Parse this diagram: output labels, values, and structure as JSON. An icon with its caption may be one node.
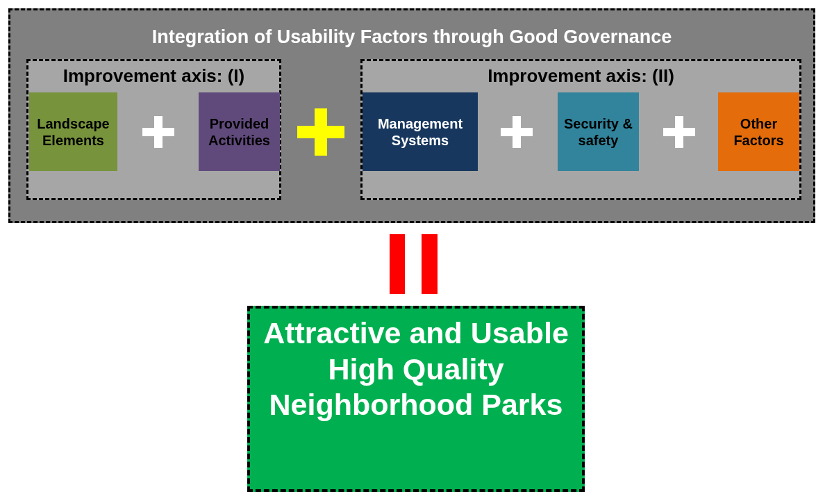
{
  "diagram": {
    "nodes": [
      {
        "text": [
          "Integration of Usability Factors through Good Governance"
        ]
      },
      {
        "text": [
          "Improvement axis: (I)"
        ],
        "in": 0
      },
      {
        "text": [
          "Landscape Elements"
        ],
        "in": 1
      },
      {
        "text": [
          "Provided Activities"
        ],
        "in": 1
      },
      {
        "text": [
          "Improvement axis: (II)"
        ],
        "in": 0
      },
      {
        "text": [
          "Management Systems"
        ],
        "in": 4
      },
      {
        "text": [
          "Security & safety"
        ],
        "in": 4
      },
      {
        "text": [
          "Other Factors"
        ],
        "in": 4
      },
      {
        "text": [
          "Attractive and Usable High Quality Neighborhood Parks"
        ]
      }
    ]
  }
}
